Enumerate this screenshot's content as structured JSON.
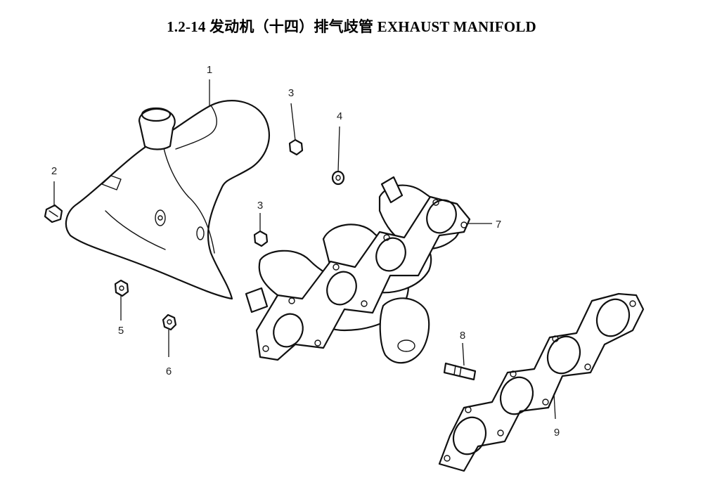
{
  "title": "1.2-14  发动机（十四）排气歧管 EXHAUST MANIFOLD",
  "callouts": {
    "c1": "1",
    "c2": "2",
    "c3a": "3",
    "c3b": "3",
    "c4": "4",
    "c5": "5",
    "c6": "6",
    "c7": "7",
    "c8": "8",
    "c9": "9"
  },
  "parts": [
    "heat-shield",
    "shield-bolt",
    "flange-nut",
    "washer",
    "nut",
    "washer",
    "exhaust-manifold",
    "stud",
    "manifold-gasket"
  ]
}
